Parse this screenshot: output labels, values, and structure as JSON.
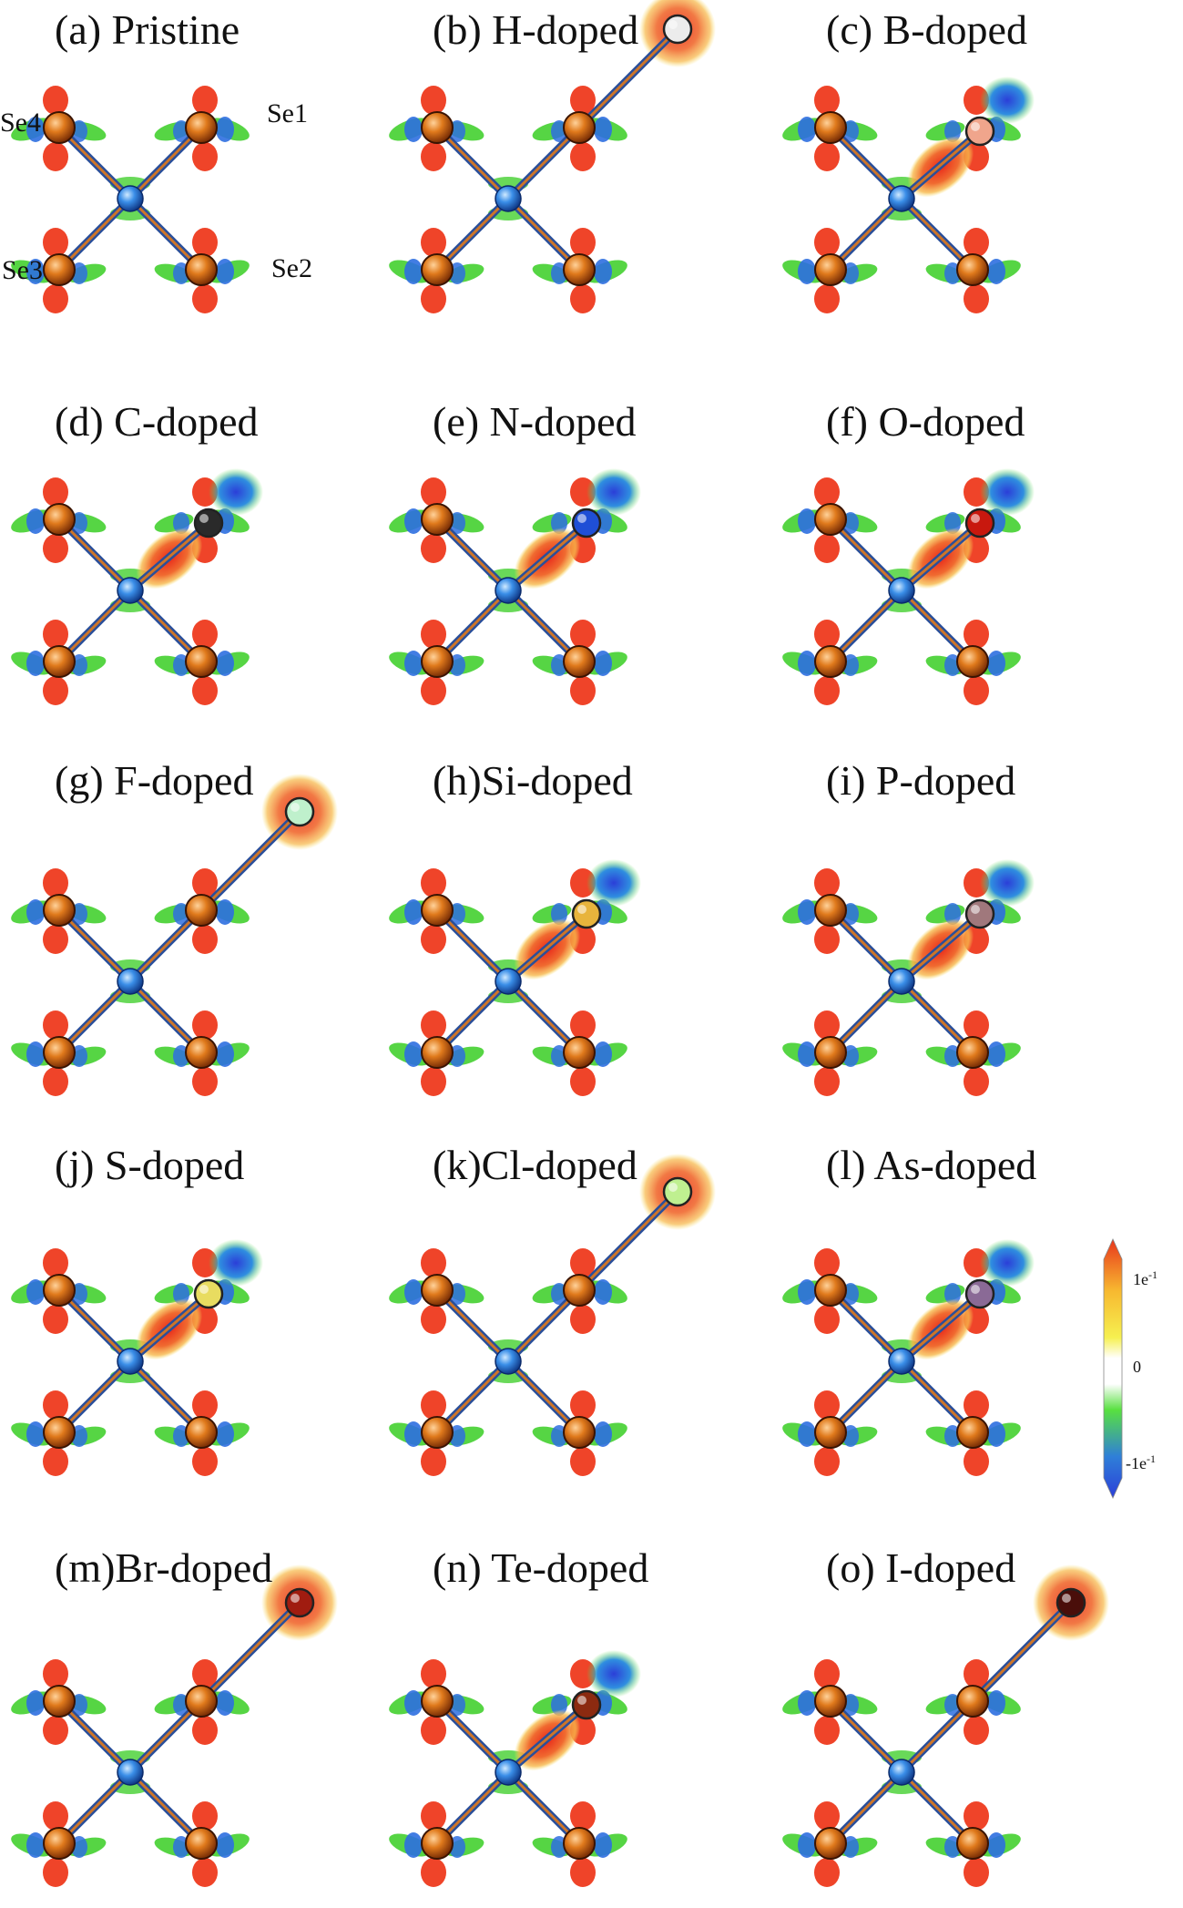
{
  "panels": [
    {
      "label": "(a) Pristine",
      "dopant": null,
      "dopant_color": null,
      "site": null
    },
    {
      "label": "(b) H-doped",
      "dopant": "H",
      "dopant_color": "#ececec",
      "site": "far"
    },
    {
      "label": "(c) B-doped",
      "dopant": "B",
      "dopant_color": "#f0a58c",
      "site": "se1"
    },
    {
      "label": "(d) C-doped",
      "dopant": "C",
      "dopant_color": "#2a2a2a",
      "site": "se1"
    },
    {
      "label": "(e) N-doped",
      "dopant": "N",
      "dopant_color": "#1f4fd6",
      "site": "se1"
    },
    {
      "label": "(f) O-doped",
      "dopant": "O",
      "dopant_color": "#c8180e",
      "site": "se1"
    },
    {
      "label": "(g) F-doped",
      "dopant": "F",
      "dopant_color": "#bff0cc",
      "site": "far"
    },
    {
      "label": "(h)Si-doped",
      "dopant": "Si",
      "dopant_color": "#e8b43c",
      "site": "se1"
    },
    {
      "label": "(i) P-doped",
      "dopant": "P",
      "dopant_color": "#a0787c",
      "site": "se1"
    },
    {
      "label": "(j) S-doped",
      "dopant": "S",
      "dopant_color": "#e8dc60",
      "site": "se1"
    },
    {
      "label": "(k)Cl-doped",
      "dopant": "Cl",
      "dopant_color": "#bff090",
      "site": "far"
    },
    {
      "label": "(l) As-doped",
      "dopant": "As",
      "dopant_color": "#8a6a96",
      "site": "se1"
    },
    {
      "label": "(m)Br-doped",
      "dopant": "Br",
      "dopant_color": "#a01c10",
      "site": "far"
    },
    {
      "label": "(n) Te-doped",
      "dopant": "Te",
      "dopant_color": "#8c2a10",
      "site": "se1"
    },
    {
      "label": "(o) I-doped",
      "dopant": "I",
      "dopant_color": "#4a0e0a",
      "site": "far"
    }
  ],
  "se_labels": {
    "se1": "Se1",
    "se2": "Se2",
    "se3": "Se3",
    "se4": "Se4"
  },
  "colorbar": {
    "top_label_base": "1e",
    "top_label_exp": "-1",
    "mid_label": "0",
    "bottom_label_base": "-1e",
    "bottom_label_exp": "-1",
    "colors": [
      "#e8361c",
      "#f7b930",
      "#f6f050",
      "#ffffff",
      "#58e040",
      "#2f7fd8",
      "#2b3fd8"
    ]
  },
  "colors": {
    "se_atom": "#d86a12",
    "center_atom": "#3a8ee8",
    "charge_gain": "#ee3a1e",
    "charge_loss": "#2e6fe0",
    "lobe_green": "#44d030"
  }
}
